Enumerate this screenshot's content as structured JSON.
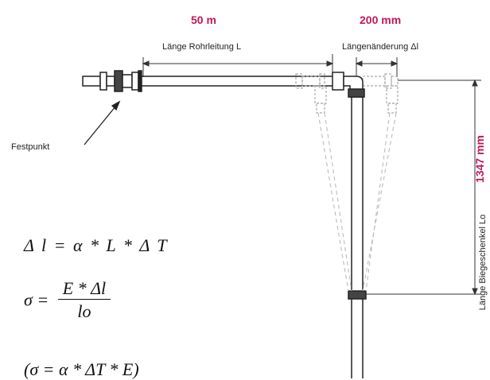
{
  "labels": {
    "length_value": "50 m",
    "length_change_value": "200 mm",
    "pipeline_length": "Länge Rohrleitung L",
    "length_change": "Längenänderung Δl",
    "fixed_point": "Festpunkt",
    "bending_leg_value": "1347 mm",
    "bending_leg": "Länge Biegeschenkel Lo"
  },
  "formulas": {
    "delta_l": "Δ l  =  α  *  L  *  Δ T",
    "sigma_lhs": "σ =",
    "sigma_num": "E * Δl",
    "sigma_den": "lo",
    "sigma_alt": "(σ = α * ΔT * E)"
  },
  "colors": {
    "accent": "#c2185b",
    "pipe": "#333333",
    "ghost": "#b0b0b0"
  }
}
